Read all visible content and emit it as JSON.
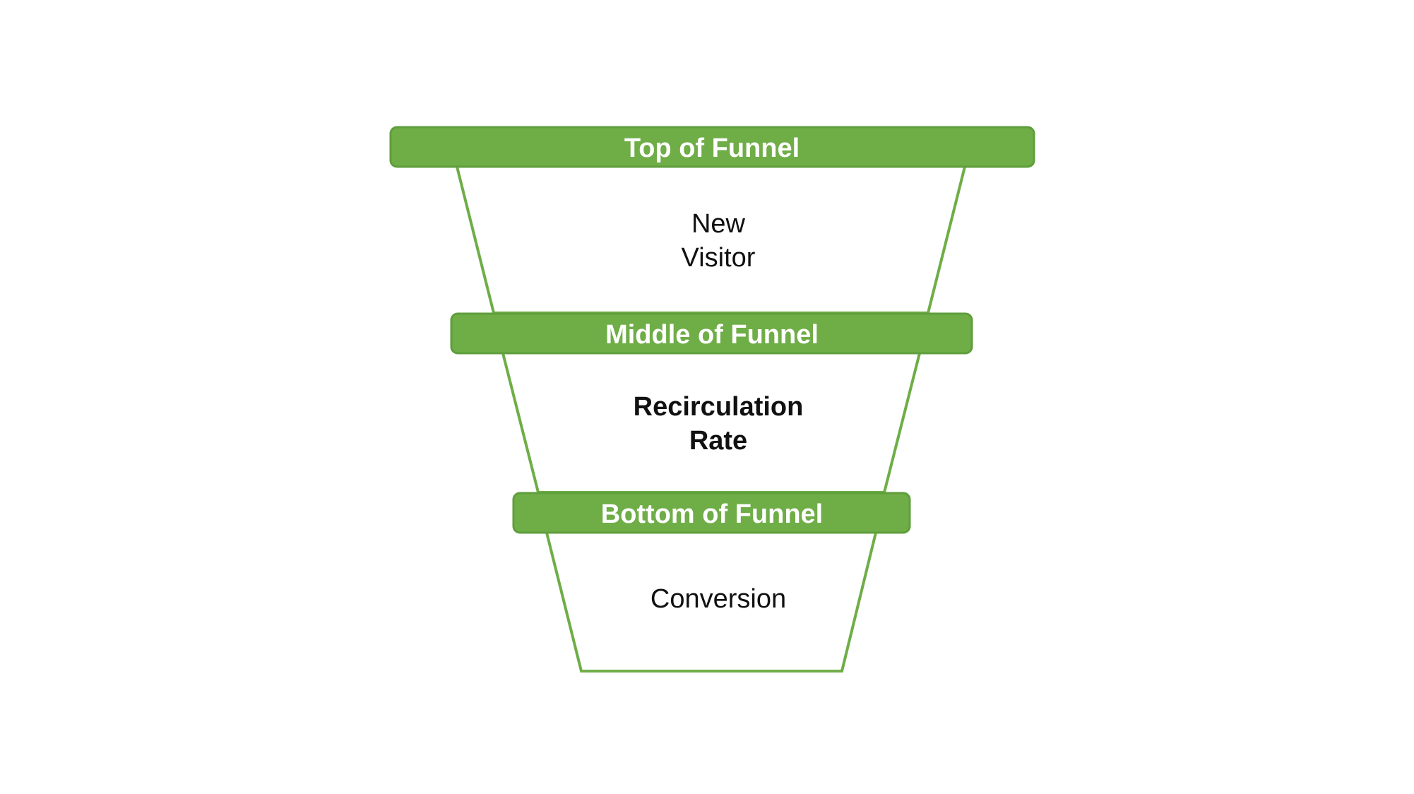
{
  "colors": {
    "bar_fill": "#6fad47",
    "bar_stroke": "#5f9e3c",
    "outline": "#6fad47",
    "metric_text": "#111111",
    "stage_text": "#ffffff"
  },
  "stages": [
    {
      "label": "Top of Funnel",
      "metric_lines": [
        "New",
        "Visitor"
      ],
      "metric_bold": false
    },
    {
      "label": "Middle of Funnel",
      "metric_lines": [
        "Recirculation",
        "Rate"
      ],
      "metric_bold": true
    },
    {
      "label": "Bottom of Funnel",
      "metric_lines": [
        "Conversion"
      ],
      "metric_bold": false
    }
  ]
}
